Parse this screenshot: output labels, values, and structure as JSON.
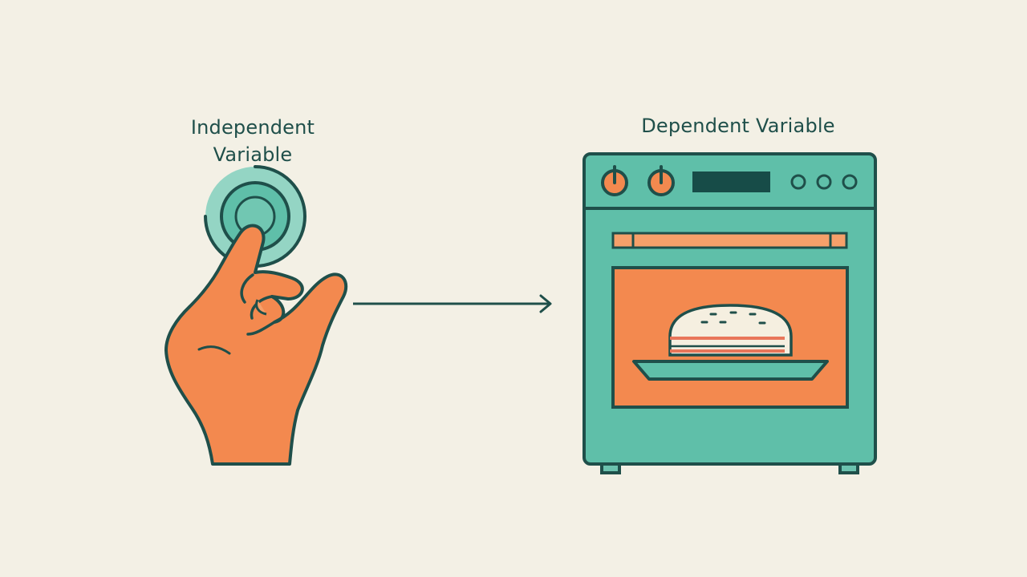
{
  "labels": {
    "independent_line1": "Independent",
    "independent_line2": "Variable",
    "dependent": "Dependent Variable"
  },
  "colors": {
    "background": "#f3f0e5",
    "outline": "#1f4f4a",
    "teal": "#5fbfa9",
    "teal_light": "#8ed3c2",
    "orange": "#f3894f",
    "orange_light": "#f6a06a",
    "food_cream": "#f5efe0",
    "food_stripe": "#e9765a"
  },
  "icons": {
    "control": "dial-knob-icon",
    "hand": "hand-icon",
    "oven": "oven-icon",
    "food": "burger-icon",
    "arrow": "arrow-right-icon"
  }
}
